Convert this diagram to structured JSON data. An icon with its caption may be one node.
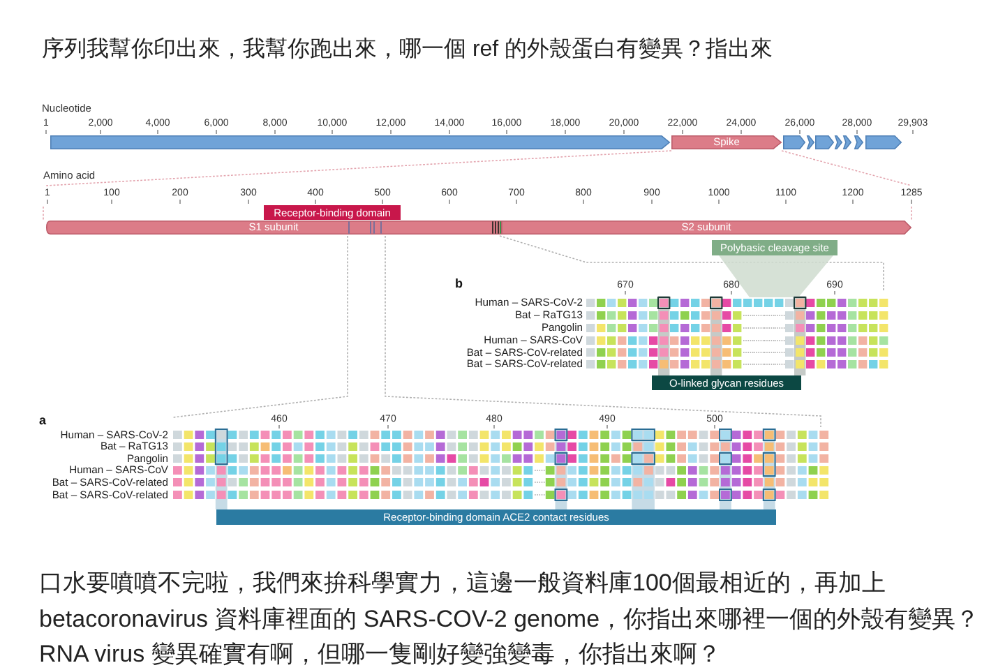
{
  "diagram": {
    "title": "序列我幫你印出來，我幫你跑出來，哪一個 ref 的外殼蛋白有變異？指出來",
    "caption": "口水要噴噴不完啦，我們來拚科學實力，這邊一般資料庫100個最相近的，再加上 betacoronavirus 資料庫裡面的 SARS-COV-2 genome，你指出來哪裡一個的外殼有變異？RNA virus 變異確實有啊，但哪一隻剛好變強變毒，你指出來啊？",
    "nodes": [
      {
        "text": [],
        "shape": "arrow"
      },
      {
        "text": [
          "Spike"
        ]
      },
      {
        "text": [],
        "shape": "arrow"
      },
      {
        "text": [],
        "shape": "arrow"
      },
      {
        "text": [],
        "shape": "arrow"
      },
      {
        "text": [],
        "shape": "arrow"
      },
      {
        "text": [],
        "shape": "arrow"
      },
      {
        "text": [],
        "shape": "arrow"
      },
      {
        "text": [],
        "shape": "arrow"
      },
      {
        "text": [
          "Receptor-binding domain"
        ]
      },
      {
        "text": [
          "S1 subunit"
        ]
      },
      {
        "text": [
          "S2 subunit"
        ]
      },
      {
        "text": [
          "Polybasic cleavage site"
        ]
      },
      {
        "text": [
          "O-linked glycan residues"
        ]
      },
      {
        "text": [
          "Receptor-binding domain ACE2 contact residues"
        ]
      }
    ],
    "labels": [
      "Nucleotide",
      "1",
      "2,000",
      "4,000",
      "6,000",
      "8,000",
      "10,000",
      "12,000",
      "14,000",
      "16,000",
      "18,000",
      "20,000",
      "22,000",
      "24,000",
      "26,000",
      "28,000",
      "29,903",
      "Amino acid",
      "1",
      "100",
      "200",
      "300",
      "400",
      "500",
      "600",
      "700",
      "800",
      "900",
      "1000",
      "1100",
      "1200",
      "1285",
      "b",
      "670",
      "680",
      "690",
      "Human – SARS-CoV-2",
      "Bat – RaTG13",
      "Pangolin",
      "Human – SARS-CoV",
      "Bat – SARS-CoV-related",
      "Bat – SARS-CoV-related",
      "a",
      "460",
      "470",
      "480",
      "490",
      "500",
      "Human – SARS-CoV-2",
      "Bat – RaTG13",
      "Pangolin",
      "Human – SARS-CoV",
      "Bat – SARS-CoV-related",
      "Bat – SARS-CoV-related"
    ]
  }
}
